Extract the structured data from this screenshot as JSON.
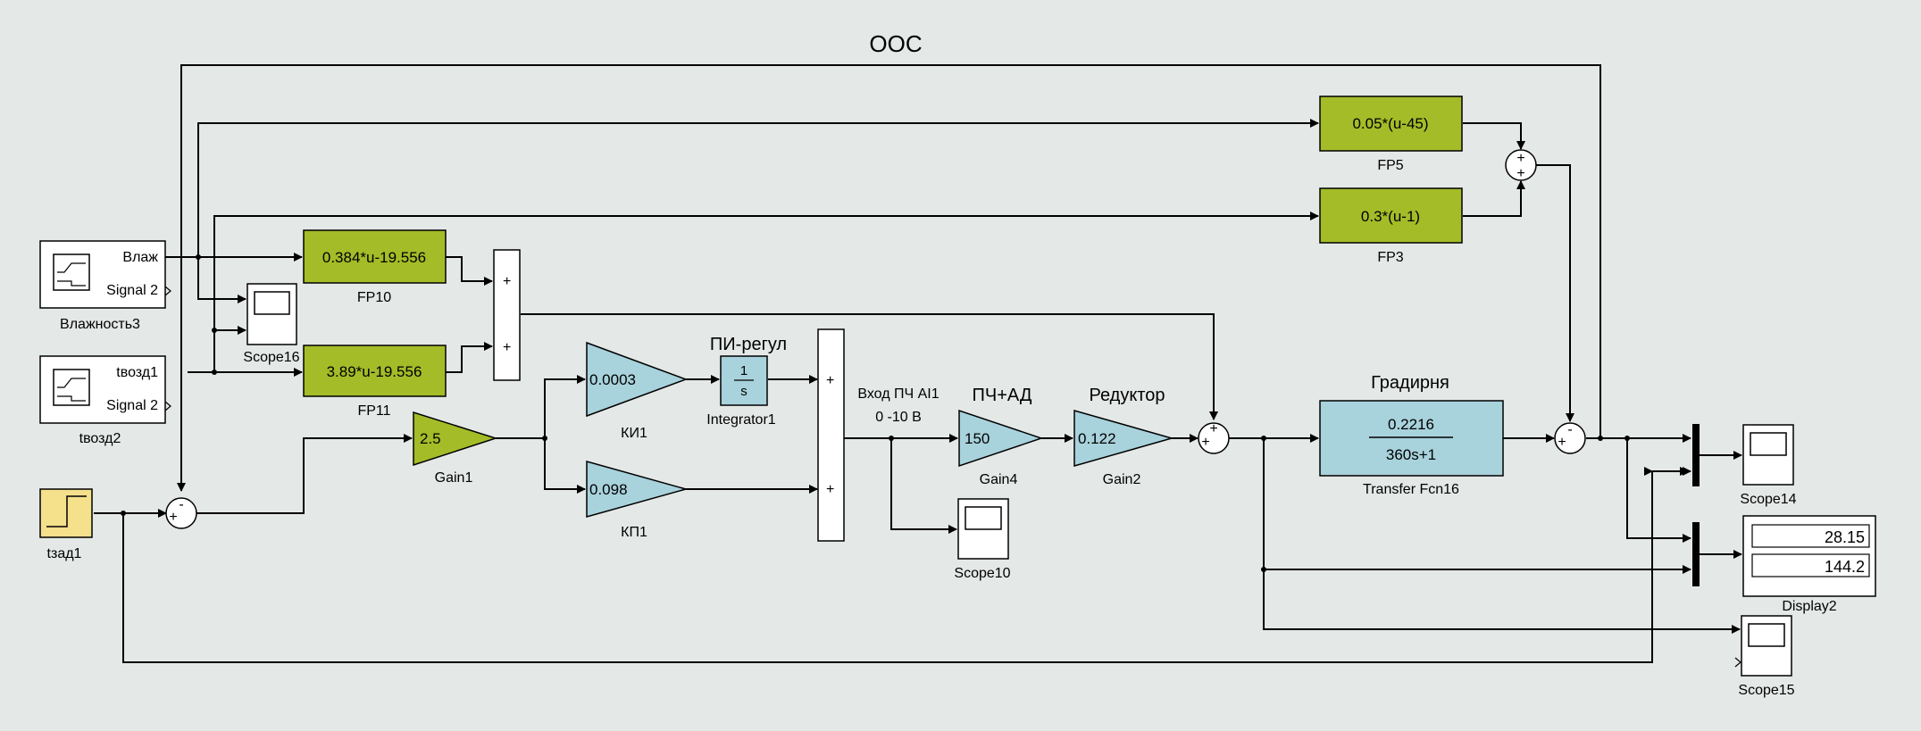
{
  "diagram": {
    "feedback_label": "ООС",
    "colors": {
      "background": "#e4e8e6",
      "fcn_block": "#a4bc28",
      "gain_block": "#a8d2dc",
      "step_block": "#f5e08c",
      "wire": "#000000"
    },
    "blocks": {
      "vlazh": {
        "name": "Влажность3",
        "port1": "Влаж",
        "port2": "Signal 2"
      },
      "tvozd": {
        "name": "tвозд2",
        "port1": "tвозд1",
        "port2": "Signal 2"
      },
      "tzad": {
        "name": "tзад1"
      },
      "fp10": {
        "name": "FP10",
        "expr": "0.384*u-19.556"
      },
      "fp11": {
        "name": "FP11",
        "expr": "3.89*u-19.556"
      },
      "fp5": {
        "name": "FP5",
        "expr": "0.05*(u-45)"
      },
      "fp3": {
        "name": "FP3",
        "expr": "0.3*(u-1)"
      },
      "scope16": {
        "name": "Scope16"
      },
      "gain1": {
        "name": "Gain1",
        "value": "2.5"
      },
      "ki1": {
        "name": "КИ1",
        "value": "0.0003"
      },
      "kp1": {
        "name": "КП1",
        "value": "0.098"
      },
      "integrator1": {
        "name": "Integrator1",
        "title": "ПИ-регул",
        "num": "1",
        "den": "s"
      },
      "input_label": {
        "line1": "Вход ПЧ AI1",
        "line2": "0 -10 В"
      },
      "gain4": {
        "name": "Gain4",
        "title": "ПЧ+АД",
        "value": "150"
      },
      "gain2": {
        "name": "Gain2",
        "title": "Редуктор",
        "value": "0.122"
      },
      "scope10": {
        "name": "Scope10"
      },
      "tf16": {
        "name": "Transfer Fcn16",
        "title": "Градирня",
        "num": "0.2216",
        "den": "360s+1"
      },
      "scope14": {
        "name": "Scope14"
      },
      "scope15": {
        "name": "Scope15"
      },
      "display2": {
        "name": "Display2",
        "value1": "28.15",
        "value2": "144.2"
      }
    },
    "sum_signs": {
      "sum_main": [
        "+",
        "-"
      ],
      "sum_fp10_11": [
        "+",
        "+"
      ],
      "sum_pi": [
        "+",
        "+"
      ],
      "sum_fp5_3": [
        "+",
        "+"
      ],
      "sum_red": [
        "+",
        "+"
      ],
      "sum_out": [
        "+",
        "-"
      ]
    }
  }
}
